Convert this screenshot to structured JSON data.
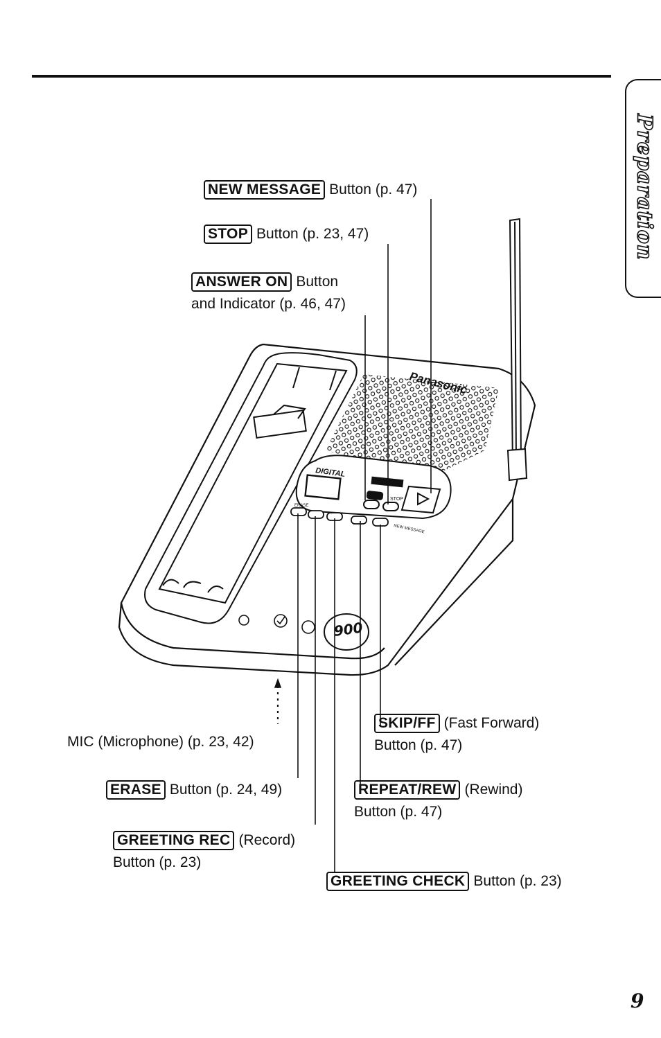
{
  "section_tab": "Preparation",
  "page_number": "9",
  "device": {
    "brand": "Panasonic",
    "display_label": "DIGITAL",
    "stop_label": "STOP",
    "badge": "900",
    "new_message_label": "NEW MESSAGE",
    "erase_label": "ERASE"
  },
  "callouts": {
    "new_message": {
      "key": "NEW MESSAGE",
      "text": "Button (p. 47)"
    },
    "stop": {
      "key": "STOP",
      "text": "Button (p. 23, 47)"
    },
    "answer_on": {
      "key": "ANSWER ON",
      "text": "Button",
      "line2": "and Indicator (p. 46, 47)"
    },
    "mic": {
      "text": "MIC (Microphone) (p. 23, 42)"
    },
    "skip_ff": {
      "key": "SKIP/FF",
      "text": "(Fast Forward)",
      "line2": "Button (p. 47)"
    },
    "erase": {
      "key": "ERASE",
      "text": "Button (p. 24, 49)"
    },
    "repeat_rew": {
      "key": "REPEAT/REW",
      "text": "(Rewind)",
      "line2": "Button (p. 47)"
    },
    "greeting_rec": {
      "key": "GREETING REC",
      "text": "(Record)",
      "line2": "Button (p. 23)"
    },
    "greeting_check": {
      "key": "GREETING CHECK",
      "text": "Button (p. 23)"
    }
  }
}
